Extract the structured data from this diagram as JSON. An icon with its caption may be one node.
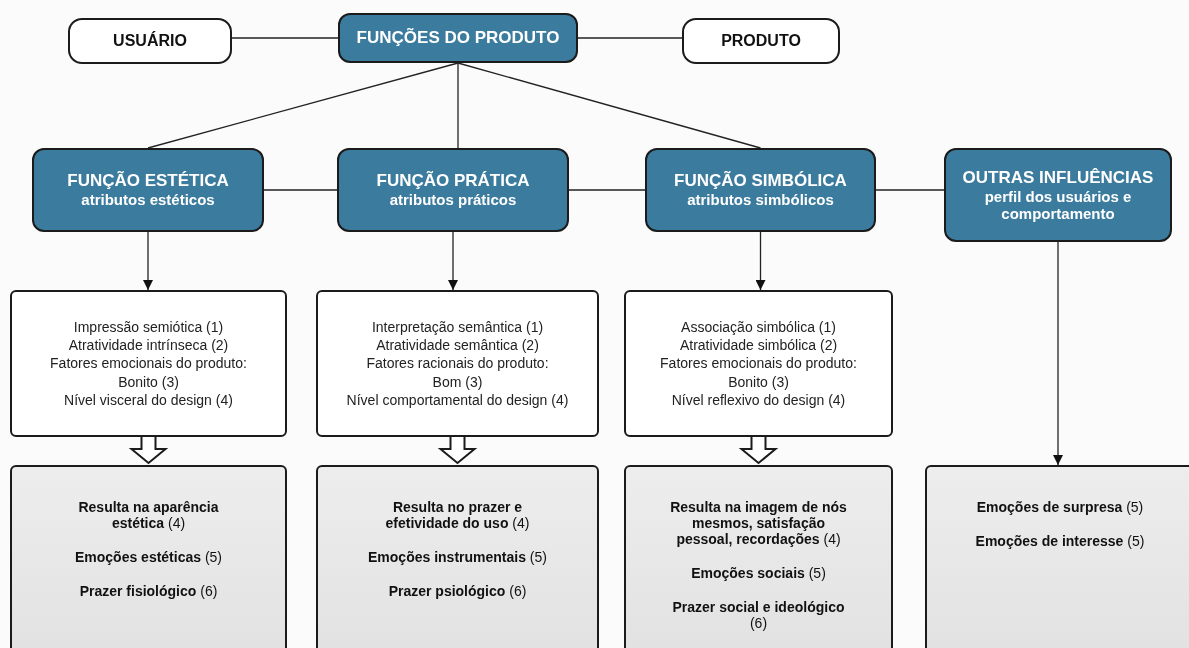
{
  "diagram": {
    "nodes": [
      {
        "text": [
          "USUÁRIO"
        ]
      },
      {
        "text": [
          "FUNÇÕES DO PRODUTO"
        ]
      },
      {
        "text": [
          "PRODUTO"
        ]
      },
      {
        "text": [
          "FUNÇÃO ESTÉTICA",
          "atributos estéticos"
        ]
      },
      {
        "text": [
          "FUNÇÃO PRÁTICA",
          "atributos práticos"
        ]
      },
      {
        "text": [
          "FUNÇÃO SIMBÓLICA",
          "atributos simbólicos"
        ]
      },
      {
        "text": [
          "OUTRAS INFLUÊNCIAS",
          "perfil dos usuários e comportamento"
        ]
      },
      {
        "text": [
          "Impressão semiótica (1)",
          "Atratividade intrínseca (2)",
          "Fatores emocionais do produto:",
          "Bonito (3)",
          "Nível visceral do design (4)"
        ]
      },
      {
        "text": [
          "Interpretação semântica (1)",
          "Atratividade semântica (2)",
          "Fatores racionais do produto:",
          "Bom (3)",
          "Nível comportamental do design (4)"
        ]
      },
      {
        "text": [
          "Associação simbólica (1)",
          "Atratividade simbólica (2)",
          "Fatores emocionais do produto:",
          "Bonito (3)",
          "Nível reflexivo do design (4)"
        ]
      },
      {
        "text": [
          "**Resulta na aparência estética** (4)",
          "**Emoções estéticas** (5)",
          "**Prazer fisiológico** (6)"
        ]
      },
      {
        "text": [
          "**Resulta no prazer e efetividade do uso** (4)",
          "**Emoções instrumentais** (5)",
          "**Prazer psiológico** (6)"
        ]
      },
      {
        "text": [
          "**Resulta na imagem de nós mesmos, satisfação pessoal, recordações** (4)",
          "**Emoções sociais** (5)",
          "**Prazer social e ideológico** (6)"
        ]
      },
      {
        "text": [
          "**Emoções de surpresa** (5)",
          "**Emoções de interesse** (5)"
        ]
      }
    ],
    "edges": [
      {
        "from": 0,
        "to": 1,
        "arrow": "none"
      },
      {
        "from": 1,
        "to": 2,
        "arrow": "none"
      },
      {
        "from": 1,
        "to": 3,
        "arrow": "none"
      },
      {
        "from": 1,
        "to": 4,
        "arrow": "none"
      },
      {
        "from": 1,
        "to": 5,
        "arrow": "none"
      },
      {
        "from": 3,
        "to": 4,
        "arrow": "none"
      },
      {
        "from": 4,
        "to": 5,
        "arrow": "none"
      },
      {
        "from": 5,
        "to": 6,
        "arrow": "none"
      },
      {
        "from": 3,
        "to": 7,
        "arrow": "to"
      },
      {
        "from": 4,
        "to": 8,
        "arrow": "to"
      },
      {
        "from": 5,
        "to": 9,
        "arrow": "to"
      },
      {
        "from": 6,
        "to": 13,
        "arrow": "to"
      },
      {
        "from": 7,
        "to": 10,
        "arrow": "to",
        "style": "thick"
      },
      {
        "from": 8,
        "to": 11,
        "arrow": "to",
        "style": "thick"
      },
      {
        "from": 9,
        "to": 12,
        "arrow": "to",
        "style": "thick"
      }
    ]
  }
}
